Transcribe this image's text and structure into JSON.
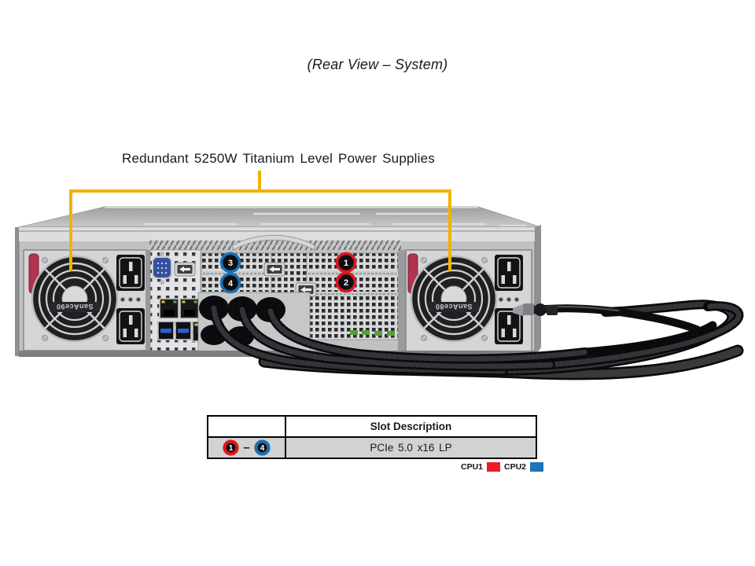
{
  "title": "(Rear View – System)",
  "callout": {
    "label": "Redundant 5250W Titanium Level Power Supplies"
  },
  "colors": {
    "callout_yellow": "#F2B200",
    "cpu1_red": "#DE1620",
    "cpu2_blue": "#1C6FB5",
    "legend_red": "#ED1C24",
    "legend_blue": "#1B75BC",
    "table_row_gray": "#D2D2D2"
  },
  "diagram": {
    "slot_markers": [
      {
        "num": "1",
        "cpu": "CPU1"
      },
      {
        "num": "2",
        "cpu": "CPU1"
      },
      {
        "num": "3",
        "cpu": "CPU2"
      },
      {
        "num": "4",
        "cpu": "CPU2"
      }
    ],
    "psu_left_fan_label": "SanAce90",
    "psu_right_fan_label": "SanAce80"
  },
  "table": {
    "col1_header": "",
    "col2_header": "Slot Description",
    "row": {
      "start_marker": "1",
      "separator": "–",
      "end_marker": "4",
      "description": "PCIe 5.0 x16 LP"
    }
  },
  "legend": {
    "items": [
      {
        "label": "CPU1",
        "color": "#ED1C24"
      },
      {
        "label": "CPU2",
        "color": "#1B75BC"
      }
    ]
  }
}
